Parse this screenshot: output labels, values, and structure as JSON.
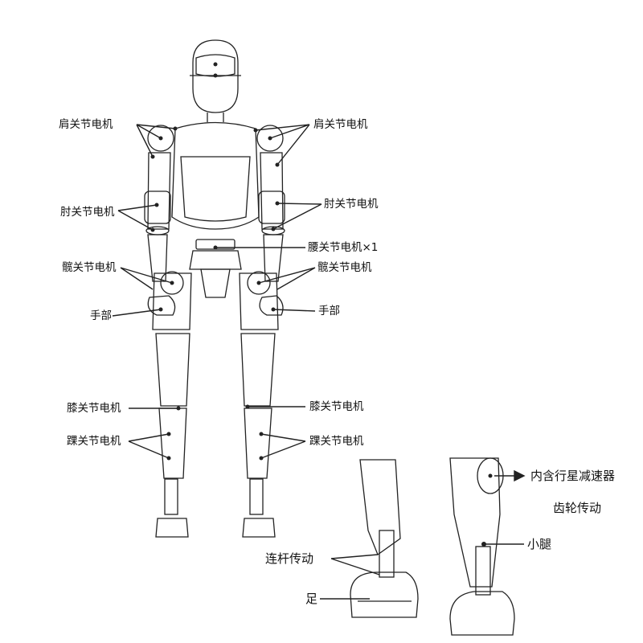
{
  "labels": {
    "shoulder_left": "肩关节电机",
    "shoulder_right": "肩关节电机",
    "elbow_left": "肘关节电机",
    "elbow_right": "肘关节电机",
    "waist": "腰关节电机×1",
    "hip_left": "髋关节电机",
    "hip_right": "髋关节电机",
    "hand_left": "手部",
    "hand_right": "手部",
    "knee_left": "膝关节电机",
    "knee_right": "膝关节电机",
    "ankle_left": "踝关节电机",
    "ankle_right": "踝关节电机",
    "planetary_reducer": "内含行星减速器",
    "gear_drive": "齿轮传动",
    "shank": "小腿",
    "linkage_drive": "连杆传动",
    "foot": "足"
  }
}
